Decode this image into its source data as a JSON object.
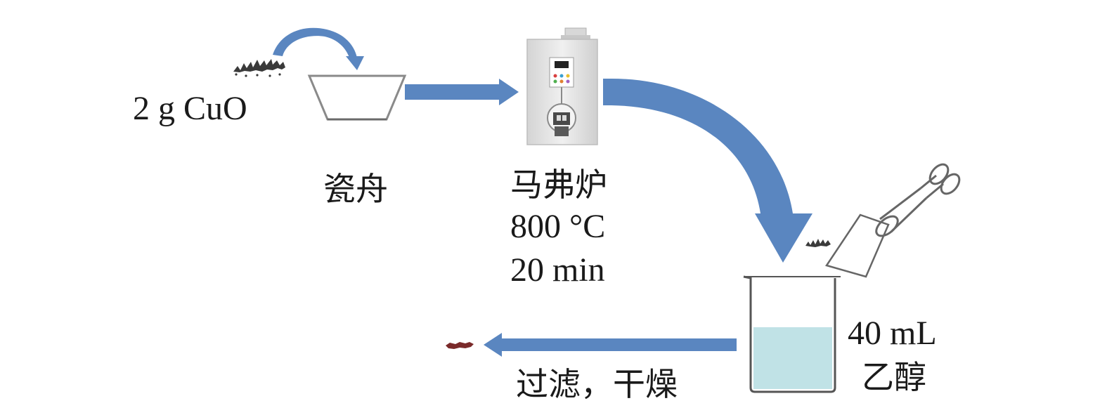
{
  "labels": {
    "reagent": "2 g CuO",
    "boat": "瓷舟",
    "furnace_name": "马弗炉",
    "furnace_temp": "800 °C",
    "furnace_time": "20 min",
    "volume": "40 mL",
    "solvent": "乙醇",
    "step": "过滤，干燥"
  },
  "colors": {
    "arrow": "#5a86c0",
    "liquid": "#c0e2e6",
    "furnace_body": "#e6e6e6",
    "powder": "#3a3a3a",
    "product": "#7a2a2a"
  },
  "icons": [
    "cuo-powder-icon",
    "porcelain-boat-icon",
    "muffle-furnace-icon",
    "tongs-icon",
    "beaker-icon",
    "product-powder-icon"
  ]
}
